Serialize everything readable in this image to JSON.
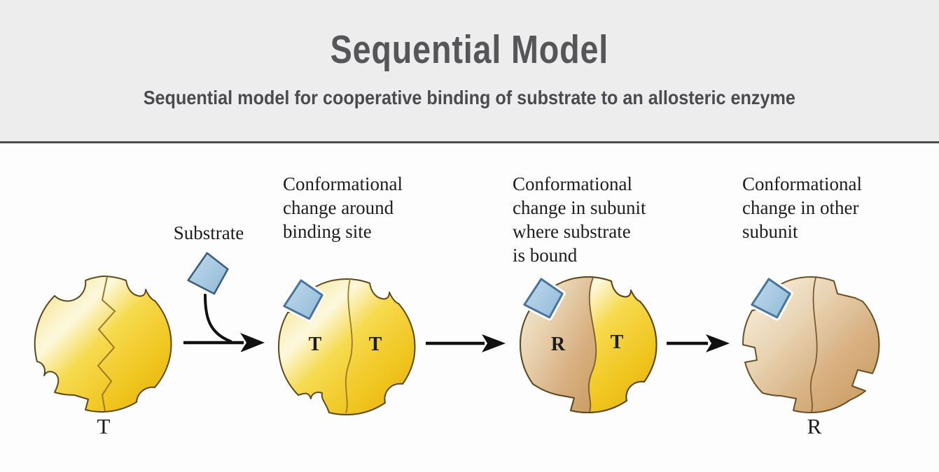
{
  "header": {
    "title": "Sequential Model",
    "subtitle": "Sequential model for cooperative binding of substrate to an allosteric enzyme"
  },
  "diagram": {
    "substrate_label": "Substrate",
    "steps": [
      {
        "state_label": "T",
        "caption": ""
      },
      {
        "caption": "Conformational\nchange around\nbinding site",
        "left_subunit": "T",
        "right_subunit": "T"
      },
      {
        "caption": "Conformational\nchange in subunit\nwhere substrate\nis bound",
        "left_subunit": "R",
        "right_subunit": "T"
      },
      {
        "caption": "Conformational\nchange in other\nsubunit",
        "state_label": "R"
      }
    ]
  },
  "colors": {
    "header_bg": "#eeedee",
    "title_color": "#565659",
    "enzyme_yellow": "#f0c51e",
    "enzyme_tan": "#d8b183",
    "substrate_blue": "#a9cbe4",
    "outline_brown": "#5d491d",
    "arrow_black": "#111111"
  }
}
